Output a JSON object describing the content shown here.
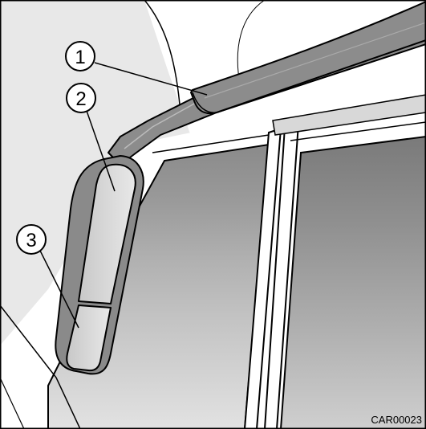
{
  "illustration": {
    "code": "CAR00023",
    "callouts": [
      {
        "number": "1"
      },
      {
        "number": "2"
      },
      {
        "number": "3"
      }
    ]
  },
  "colors": {
    "outline": "#000000",
    "boom_gray": "#8c8c8c",
    "mirror_glass": "#d6d6d6",
    "background": "#e6e6e6",
    "window_dark": "#8a8a8a",
    "window_light": "#d4d4d4"
  }
}
